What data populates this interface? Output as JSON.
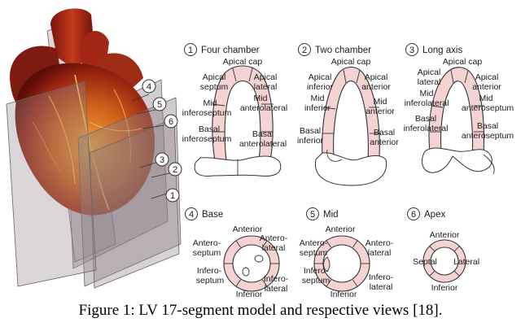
{
  "caption": "Figure 1: LV 17-segment model and respective views [18].",
  "colors": {
    "segment_fill": "#f4d3d3",
    "outline": "#333333",
    "heart_red": "#8e1b0e",
    "heart_orange": "#d8731c",
    "plane": "#9b8f93"
  },
  "heart_plane_numbers": [
    "1",
    "2",
    "3",
    "4",
    "5",
    "6"
  ],
  "views": [
    {
      "number": "1",
      "title": "Four chamber",
      "labels": {
        "cap": "Apical cap",
        "l1": "Apical",
        "l2": "septum",
        "l3": "Mid",
        "l4": "inferoseptum",
        "l5": "Basal",
        "l6": "inferoseptum",
        "r1": "Apical",
        "r2": "lateral",
        "r3": "Mid",
        "r4": "anterolateral",
        "r5": "Basal",
        "r6": "anterolateral"
      }
    },
    {
      "number": "2",
      "title": "Two chamber",
      "labels": {
        "cap": "Apical cap",
        "l1": "Apical",
        "l2": "inferior",
        "l3": "Mid",
        "l4": "inferior",
        "l5": "Basal",
        "l6": "inferior",
        "r1": "Apical",
        "r2": "anterior",
        "r3": "Mid",
        "r4": "anterior",
        "r5": "Basal",
        "r6": "anterior"
      }
    },
    {
      "number": "3",
      "title": "Long axis",
      "labels": {
        "cap": "Apical cap",
        "l1": "Apical",
        "l2": "lateral",
        "l3": "Mid",
        "l4": "inferolateral",
        "l5": "Basal",
        "l6": "inferolateral",
        "r1": "Apical",
        "r2": "anterior",
        "r3": "Mid",
        "r4": "anteroseptum",
        "r5": "Basal",
        "r6": "anteroseptum"
      }
    },
    {
      "number": "4",
      "title": "Base",
      "labels": {
        "top": "Anterior",
        "ul1": "Antero-",
        "ul2": "septum",
        "ll1": "Infero-",
        "ll2": "septum",
        "ur1": "Antero-",
        "ur2": "lateral",
        "lr1": "Infero-",
        "lr2": "lateral",
        "bottom": "Inferior"
      }
    },
    {
      "number": "5",
      "title": "Mid",
      "labels": {
        "top": "Anterior",
        "ul1": "Antero-",
        "ul2": "septum",
        "ll1": "Infero-",
        "ll2": "septum",
        "ur1": "Antero-",
        "ur2": "lateral",
        "lr1": "Infero-",
        "lr2": "lateral",
        "bottom": "Inferior"
      }
    },
    {
      "number": "6",
      "title": "Apex",
      "labels": {
        "top": "Anterior",
        "left": "Septal",
        "right": "Lateral",
        "bottom": "Inferior"
      }
    }
  ]
}
